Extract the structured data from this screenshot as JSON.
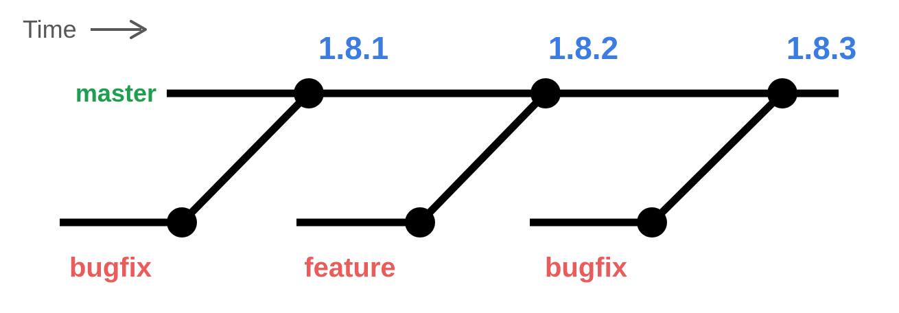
{
  "colors": {
    "line": "#000000",
    "commit_dot": "#000000",
    "time_label": "#58585a",
    "master_label": "#1e9e4f",
    "tag_label": "#3b7ce2",
    "branch_label": "#e85c5c",
    "background": "#ffffff"
  },
  "time_axis": {
    "label": "Time",
    "arrow_icon": "right-arrow"
  },
  "diagram": {
    "type": "git-branch-timeline",
    "master": {
      "label": "master",
      "tags": [
        {
          "label": "1.8.1"
        },
        {
          "label": "1.8.2"
        },
        {
          "label": "1.8.3"
        }
      ]
    },
    "branches": [
      {
        "label": "bugfix",
        "merges_at_tag": "1.8.1"
      },
      {
        "label": "feature",
        "merges_at_tag": "1.8.2"
      },
      {
        "label": "bugfix",
        "merges_at_tag": "1.8.3"
      }
    ]
  }
}
